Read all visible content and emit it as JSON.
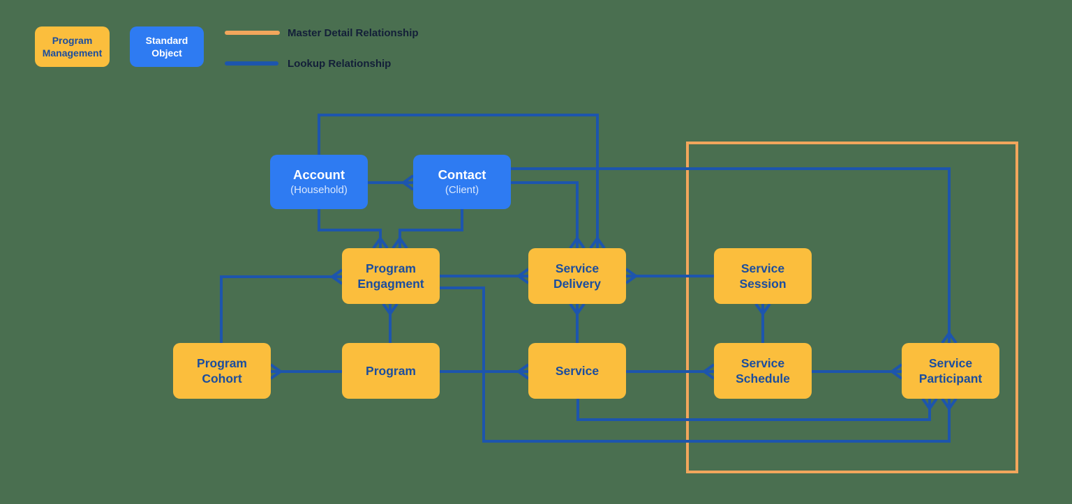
{
  "colors": {
    "background": "#4A6F50",
    "pmm_yellow": "#FBBE3D",
    "standard_blue": "#2E7BF2",
    "connector_blue": "#1D55AD",
    "master_detail_orange": "#F2A65C",
    "navy_text": "#1B4D9E",
    "legend_text": "#131F38"
  },
  "legend": {
    "program_management_label": "Program Management",
    "standard_object_label": "Standard Object",
    "master_detail_label": "Master Detail Relationship",
    "lookup_label": "Lookup Relationship"
  },
  "nodes": {
    "account": {
      "title": "Account",
      "subtitle": "(Household)",
      "category": "standard-object"
    },
    "contact": {
      "title": "Contact",
      "subtitle": "(Client)",
      "category": "standard-object"
    },
    "program_engagment": {
      "title": "Program Engagment",
      "category": "program-management"
    },
    "service_delivery": {
      "title": "Service Delivery",
      "category": "program-management"
    },
    "service_session": {
      "title": "Service Session",
      "category": "program-management"
    },
    "program_cohort": {
      "title": "Program Cohort",
      "category": "program-management"
    },
    "program": {
      "title": "Program",
      "category": "program-management"
    },
    "service": {
      "title": "Service",
      "category": "program-management"
    },
    "service_schedule": {
      "title": "Service Schedule",
      "category": "program-management"
    },
    "service_participant": {
      "title": "Service Participant",
      "category": "program-management"
    }
  },
  "relationships": [
    {
      "many_side": "Contact",
      "one_side": "Account",
      "type": "lookup"
    },
    {
      "many_side": "Service Delivery",
      "one_side": "Account",
      "type": "lookup"
    },
    {
      "many_side": "Service Delivery",
      "one_side": "Contact",
      "type": "lookup"
    },
    {
      "many_side": "Service Participant",
      "one_side": "Contact",
      "type": "lookup"
    },
    {
      "many_side": "Program Engagment",
      "one_side": "Account",
      "type": "lookup"
    },
    {
      "many_side": "Program Engagment",
      "one_side": "Contact",
      "type": "lookup"
    },
    {
      "many_side": "Program Engagment",
      "one_side": "Program Cohort",
      "type": "lookup"
    },
    {
      "many_side": "Program Engagment",
      "one_side": "Program",
      "type": "lookup"
    },
    {
      "many_side": "Service Delivery",
      "one_side": "Program Engagment",
      "type": "lookup"
    },
    {
      "many_side": "Service Participant",
      "one_side": "Program Engagment",
      "type": "lookup"
    },
    {
      "many_side": "Program Cohort",
      "one_side": "Program",
      "type": "lookup"
    },
    {
      "many_side": "Service",
      "one_side": "Program",
      "type": "lookup"
    },
    {
      "many_side": "Service Delivery",
      "one_side": "Service",
      "type": "lookup"
    },
    {
      "many_side": "Service Schedule",
      "one_side": "Service",
      "type": "lookup"
    },
    {
      "many_side": "Service Delivery",
      "one_side": "Service Session",
      "type": "lookup"
    },
    {
      "many_side": "Service Session",
      "one_side": "Service Schedule",
      "type": "lookup"
    },
    {
      "many_side": "Service Participant",
      "one_side": "Service Schedule",
      "type": "lookup"
    },
    {
      "many_side": "Service Participant",
      "one_side": "Service",
      "type": "lookup"
    }
  ],
  "master_detail_boundary": {
    "members": [
      "Service Session",
      "Service Schedule",
      "Service Participant"
    ]
  }
}
